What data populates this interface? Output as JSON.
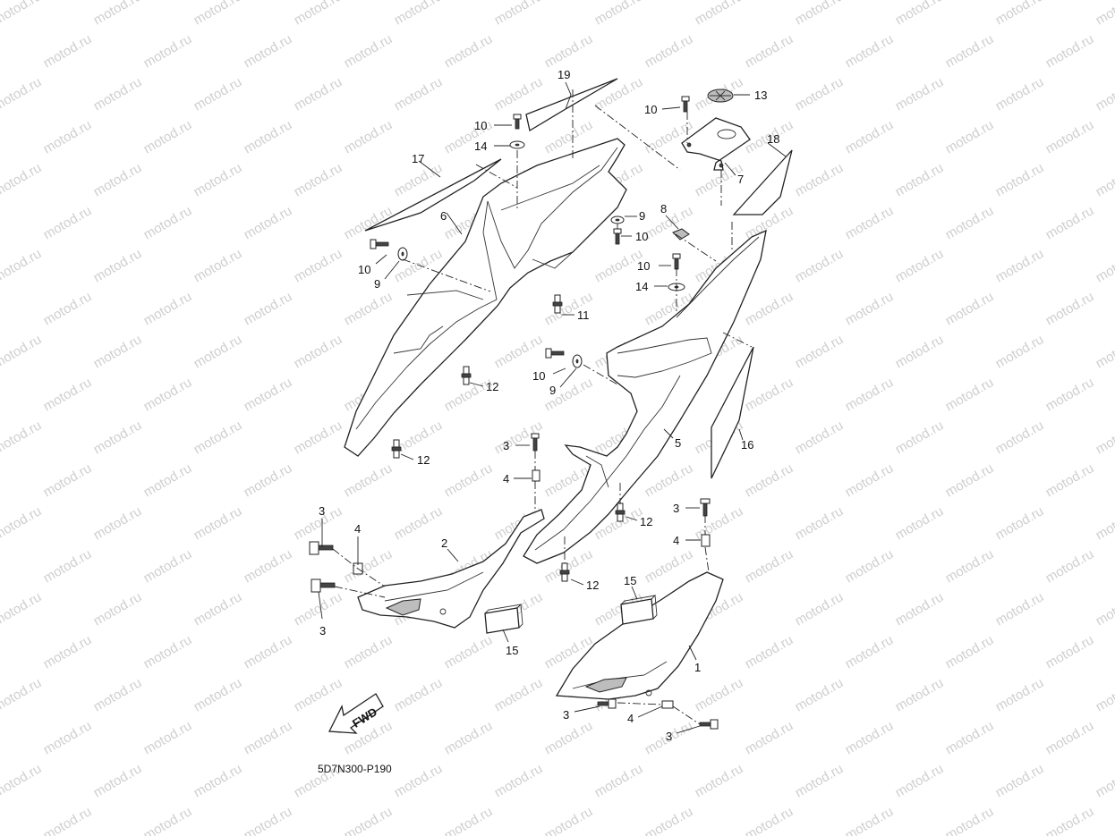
{
  "watermark": "motod.ru",
  "diagram_code": "5D7N300-P190",
  "fwd_label": "FWD",
  "callouts": {
    "c19": "19",
    "c10a": "10",
    "c14a": "14",
    "c17": "17",
    "c6": "6",
    "c10b": "10",
    "c9a": "9",
    "c9b": "9",
    "c10c": "10",
    "c11": "11",
    "c12a": "12",
    "c12b": "12",
    "c10d": "10",
    "c13": "13",
    "c18": "18",
    "c7": "7",
    "c8": "8",
    "c10e": "10",
    "c14b": "14",
    "c10f": "10",
    "c9c": "9",
    "c5": "5",
    "c16": "16",
    "c3a": "3",
    "c4a": "4",
    "c12c": "12",
    "c3b": "3",
    "c4b": "4",
    "c12d": "12",
    "c2": "2",
    "c3c": "3",
    "c4c": "4",
    "c3d": "3",
    "c15a": "15",
    "c15b": "15",
    "c1": "1",
    "c3e": "3",
    "c4d": "4",
    "c3f": "3"
  },
  "icons": {
    "fwd_arrow": "fwd-arrow-icon"
  }
}
